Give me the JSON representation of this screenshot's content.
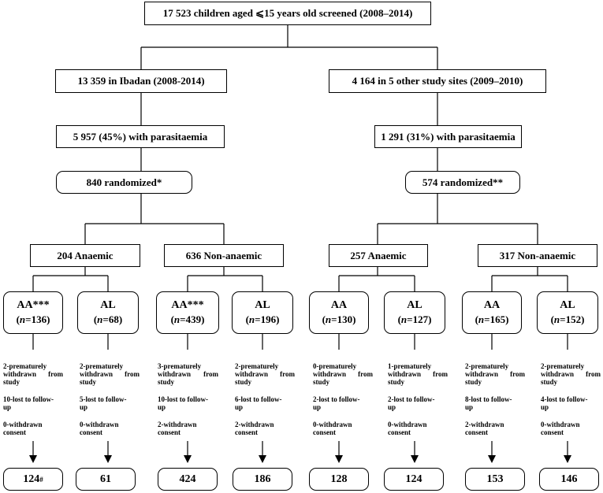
{
  "screened": "17 523 children aged ⩽15 years old screened (2008–2014)",
  "sites": [
    {
      "site": "13 359 in Ibadan (2008-2014)",
      "parasitaemia": "5 957 (45%) with parasitaemia",
      "randomized": "840 randomized*",
      "groups": [
        {
          "label": "204 Anaemic",
          "arms": [
            {
              "drug": "AA***",
              "n_prefix": "n",
              "n_value": "=136",
              "withdrawn": [
                "2-prematurely",
                "withdrawn from",
                "study"
              ],
              "lost": [
                "10-lost to follow-",
                "up"
              ],
              "consent": [
                "0-withdrawn",
                "consent"
              ],
              "final": "124",
              "final_mark": "#"
            },
            {
              "drug": "AL",
              "n_prefix": "n",
              "n_value": "=68",
              "withdrawn": [
                "2-prematurely",
                "withdrawn from",
                "study"
              ],
              "lost": [
                "5-lost to follow-",
                "up"
              ],
              "consent": [
                "0-withdrawn",
                "consent"
              ],
              "final": "61",
              "final_mark": ""
            }
          ]
        },
        {
          "label": "636 Non-anaemic",
          "arms": [
            {
              "drug": "AA***",
              "n_prefix": "n",
              "n_value": "=439",
              "withdrawn": [
                "3-prematurely",
                "withdrawn from",
                "study"
              ],
              "lost": [
                "10-lost to follow-",
                "up"
              ],
              "consent": [
                "2-withdrawn",
                "consent"
              ],
              "final": "424",
              "final_mark": ""
            },
            {
              "drug": "AL",
              "n_prefix": "n",
              "n_value": "=196",
              "withdrawn": [
                "2-prematurely",
                "withdrawn from",
                "study"
              ],
              "lost": [
                "6-lost to follow-",
                "up"
              ],
              "consent": [
                "2-withdrawn",
                "consent"
              ],
              "final": "186",
              "final_mark": ""
            }
          ]
        }
      ]
    },
    {
      "site": "4 164  in 5 other study sites (2009–2010)",
      "parasitaemia": "1 291 (31%) with parasitaemia",
      "randomized": "574 randomized**",
      "groups": [
        {
          "label": "257 Anaemic",
          "arms": [
            {
              "drug": "AA",
              "n_prefix": "n",
              "n_value": "=130",
              "withdrawn": [
                "0-prematurely",
                "withdrawn from",
                "study"
              ],
              "lost": [
                "2-lost to follow-",
                "up"
              ],
              "consent": [
                "0-withdrawn",
                "consent"
              ],
              "final": "128",
              "final_mark": ""
            },
            {
              "drug": "AL",
              "n_prefix": "n",
              "n_value": "=127",
              "withdrawn": [
                "1-prematurely",
                "withdrawn from",
                "study"
              ],
              "lost": [
                "2-lost to follow-",
                "up"
              ],
              "consent": [
                "0-withdrawn",
                "consent"
              ],
              "final": "124",
              "final_mark": ""
            }
          ]
        },
        {
          "label": "317 Non-anaemic",
          "arms": [
            {
              "drug": "AA",
              "n_prefix": "n",
              "n_value": "=165",
              "withdrawn": [
                "2-prematurely",
                "withdrawn from",
                "study"
              ],
              "lost": [
                "8-lost to follow-",
                "up"
              ],
              "consent": [
                "2-withdrawn",
                "consent"
              ],
              "final": "153",
              "final_mark": ""
            },
            {
              "drug": "AL",
              "n_prefix": "n",
              "n_value": "=152",
              "withdrawn": [
                "2-prematurely",
                "withdrawn from",
                "study"
              ],
              "lost": [
                "4-lost to follow-",
                "up"
              ],
              "consent": [
                "0-withdrawn",
                "consent"
              ],
              "final": "146",
              "final_mark": ""
            }
          ]
        }
      ]
    }
  ]
}
